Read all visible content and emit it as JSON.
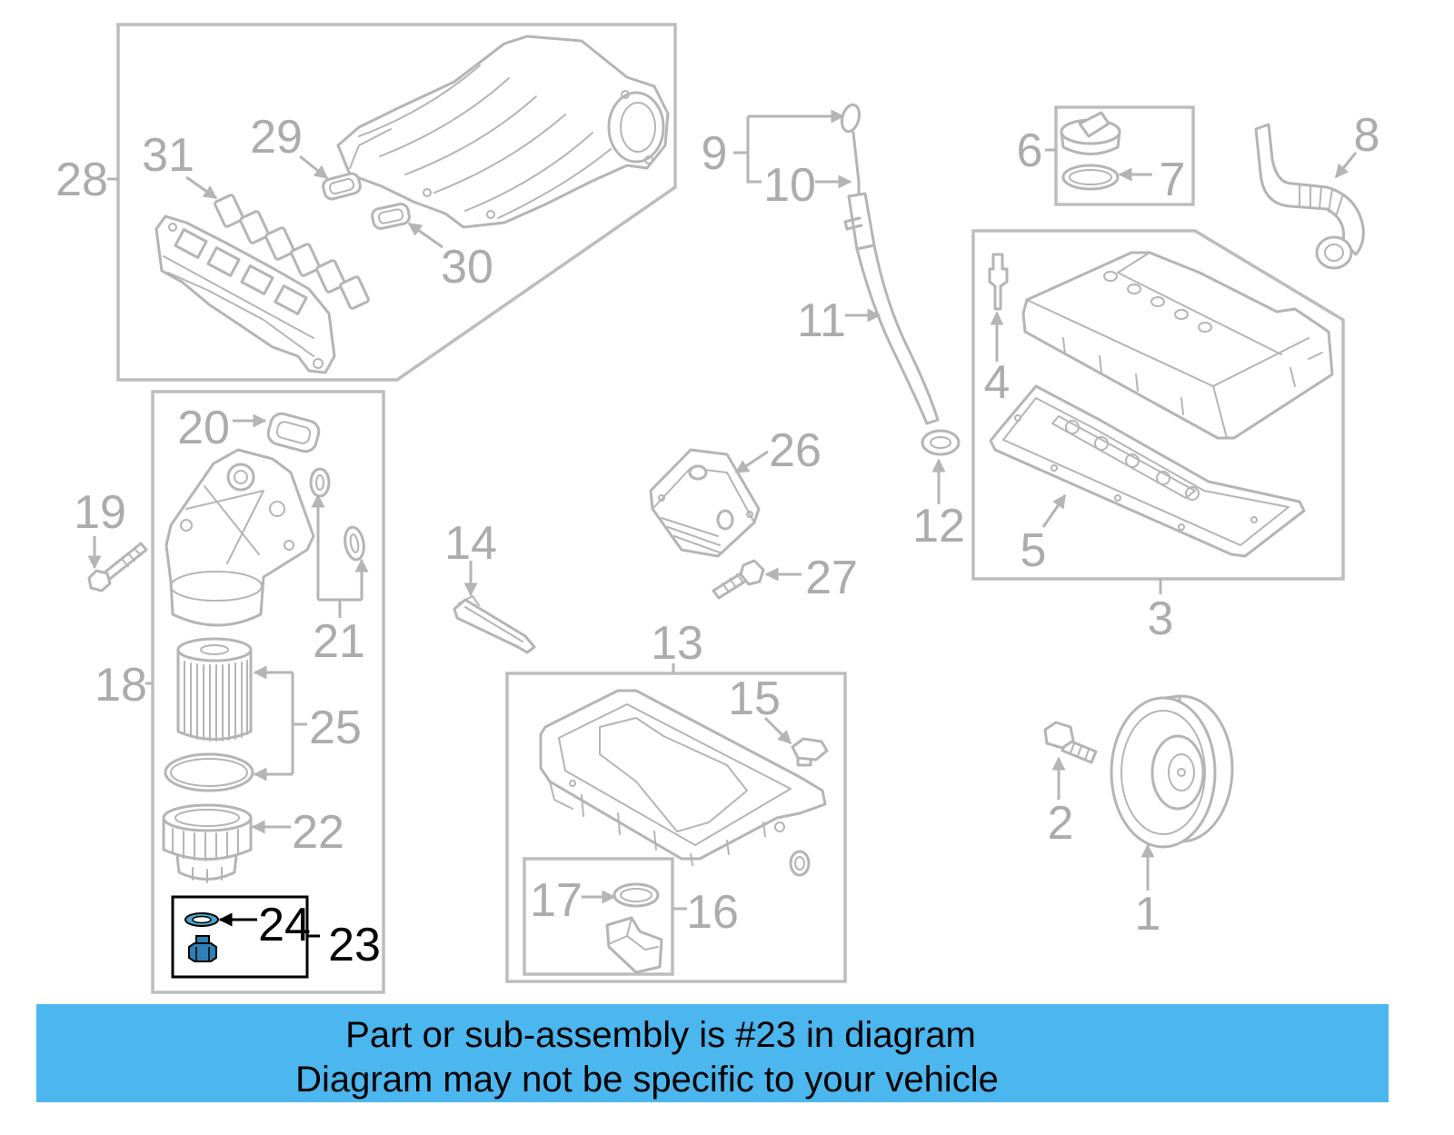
{
  "diagram": {
    "callouts": {
      "p1": "1",
      "p2": "2",
      "p3": "3",
      "p4": "4",
      "p5": "5",
      "p6": "6",
      "p7": "7",
      "p8": "8",
      "p9": "9",
      "p10": "10",
      "p11": "11",
      "p12": "12",
      "p13": "13",
      "p14": "14",
      "p15": "15",
      "p16": "16",
      "p17": "17",
      "p18": "18",
      "p19": "19",
      "p20": "20",
      "p21": "21",
      "p22": "22",
      "p23": "23",
      "p24": "24",
      "p25": "25",
      "p26": "26",
      "p27": "27",
      "p28": "28",
      "p29": "29",
      "p30": "30",
      "p31": "31"
    }
  },
  "banner": {
    "line1": "Part or sub-assembly is #23 in diagram",
    "line2": "Diagram may not be specific to your vehicle"
  },
  "colors": {
    "line": "#b5b5b5",
    "label": "#acacac",
    "highlight": "#000000",
    "highlighted_part": "#2f7fb5",
    "banner": "#4cb6ef"
  }
}
